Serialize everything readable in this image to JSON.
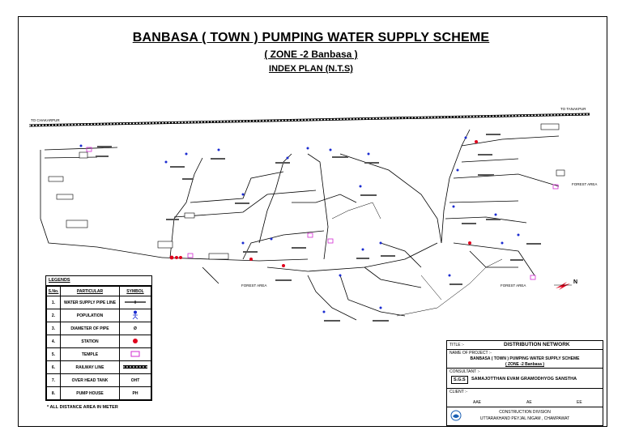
{
  "title": {
    "main": "BANBASA ( TOWN ) PUMPING WATER SUPPLY SCHEME",
    "zone": "( ZONE -2 Banbasa )",
    "index_plan": "INDEX PLAN (N.T.S)"
  },
  "map_labels": {
    "to_chakarpur": "TO CHAKARPUR",
    "to_tanakpur": "TO TANAKPUR",
    "forest_area_1": "FOREST AREA",
    "forest_area_2": "FOREST AREA",
    "forest_area_3": "FOREST AREA",
    "north": "N"
  },
  "legends": {
    "title": "LEGENDS",
    "headers": [
      "S.No.",
      "PARTICULAR",
      "SYMBOL"
    ],
    "rows": [
      {
        "sno": "1.",
        "particular": "WATER SUPPLY PIPE LINE",
        "symbol": "pipe-line-icon"
      },
      {
        "sno": "2.",
        "particular": "POPULATION",
        "symbol": "population-icon"
      },
      {
        "sno": "3.",
        "particular": "DIAMETER OF PIPE",
        "symbol": "Ø"
      },
      {
        "sno": "4.",
        "particular": "STATION",
        "symbol": "station-icon"
      },
      {
        "sno": "5.",
        "particular": "TEMPLE",
        "symbol": "temple-icon"
      },
      {
        "sno": "6.",
        "particular": "RAILWAY LINE",
        "symbol": "railway-icon"
      },
      {
        "sno": "7.",
        "particular": "OVER HEAD TANK",
        "symbol": "OHT"
      },
      {
        "sno": "8.",
        "particular": "PUMP HOUSE",
        "symbol": "PH"
      }
    ],
    "note": "* ALL DISTANCE AREA IN  METER"
  },
  "title_block": {
    "title_label": "TITLE :-",
    "title_value": "DISTRIBUTION NETWORK",
    "project_label": "NAME OF PROJECT :-",
    "project_value": "BANBASA ( TOWN ) PUMPING WATER SUPPLY SCHEME",
    "project_zone": "( ZONE -2 Banbasa )",
    "consultant_label": "CONSULTANT :-",
    "consultant_code": "S.G.S",
    "consultant_name": "SAMAJOTTHAN EVAM GRAMODHYOG SANSTHA",
    "client_label": "CLIENT :-",
    "sign_1": "AAE",
    "sign_2": "AE",
    "sign_3": "EE",
    "division": "CONSTRUCTION DIVISION",
    "nigam": "UTTARAKHAND PEYJAL NIGAM , CHAMPAWAT"
  },
  "colors": {
    "pipe": "#000000",
    "station": "#e0001b",
    "temple": "#d22bd2",
    "population": "#1a2bd1"
  }
}
